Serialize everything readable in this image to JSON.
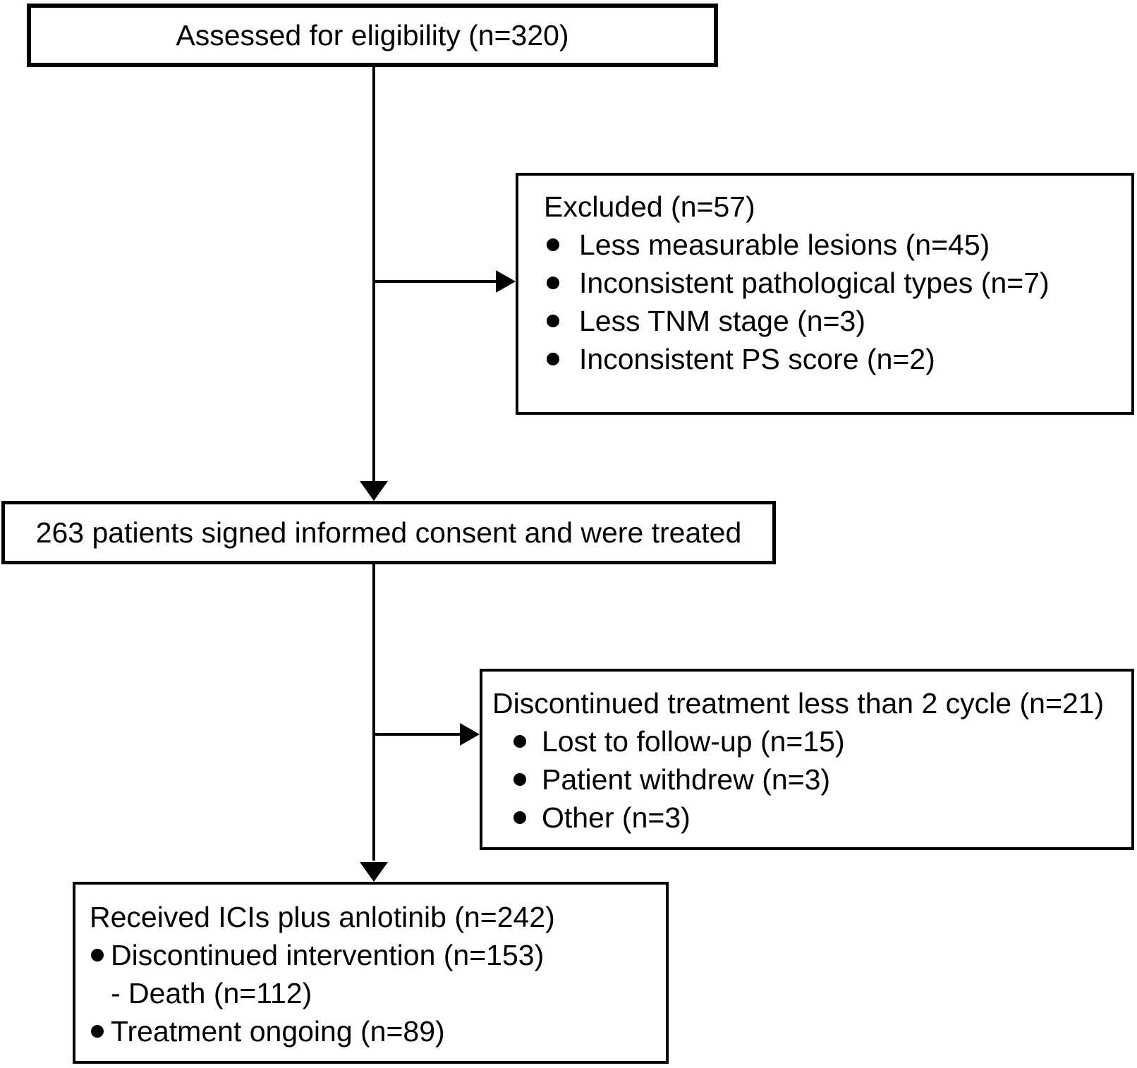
{
  "figure": {
    "type": "consort-flow-diagram",
    "background_color": "#ffffff",
    "line_color": "#000000",
    "text_color": "#000000"
  },
  "boxes": {
    "assessed": {
      "text": "Assessed for eligibility (n=320)"
    },
    "excluded": {
      "title": "Excluded (n=57)",
      "bullets": [
        "Less measurable lesions (n=45)",
        "Inconsistent pathological types (n=7)",
        "Less TNM stage (n=3)",
        "Inconsistent PS score (n=2)"
      ]
    },
    "consent": {
      "text": "263 patients signed informed consent and were treated"
    },
    "discontinued": {
      "title": "Discontinued treatment less than 2 cycle (n=21)",
      "bullets": [
        "Lost to follow-up (n=15)",
        "Patient withdrew (n=3)",
        "Other (n=3)"
      ]
    },
    "received": {
      "title": "Received ICIs plus anlotinib (n=242)",
      "bullet_1": "Discontinued intervention (n=153)",
      "sub_item": "- Death (n=112)",
      "bullet_2": "Treatment ongoing (n=89)"
    }
  }
}
